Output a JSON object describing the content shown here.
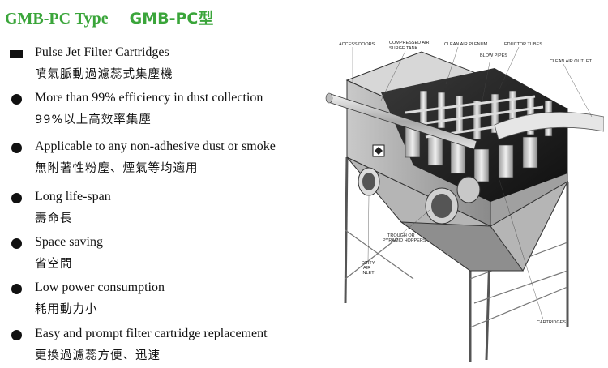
{
  "title": {
    "english": "GMB-PC Type",
    "chinese": "GMB-PC型"
  },
  "features": [
    {
      "en": "Pulse Jet Filter Cartridges",
      "zh": "噴氣脈動過濾蕊式集塵機"
    },
    {
      "en": "More than 99% efficiency in dust collection",
      "zh": "99%以上高效率集塵"
    },
    {
      "en": "Applicable to any non-adhesive dust or smoke",
      "zh": "無附著性粉塵、煙氣等均適用"
    },
    {
      "en": "Long life-span",
      "zh": "壽命長"
    },
    {
      "en": "Space saving",
      "zh": "省空間"
    },
    {
      "en": "Low power consumption",
      "zh": "耗用動力小"
    },
    {
      "en": "Easy and prompt filter cartridge replacement",
      "zh": "更換過濾蕊方便、迅速"
    }
  ],
  "diagram": {
    "labels": {
      "access_doors": "ACCESS DOORS",
      "compressed_air_1": "COMPRESSED AIR",
      "compressed_air_2": "SURGE TANK",
      "clean_air_plenum": "CLEAN AIR PLENUM",
      "eductor_tubes": "EDUCTOR TUBES",
      "blow_pipes": "BLOW PIPES",
      "clean_air_outlet": "CLEAN AIR OUTLET",
      "trough_1": "TROUGH OR",
      "trough_2": "PYRAMID HOPPERS",
      "dirty_1": "DIRTY",
      "dirty_2": "AIR",
      "dirty_3": "INLET",
      "cartridges": "CARTRIDGES"
    }
  },
  "colors": {
    "title": "#3aa53a",
    "text": "#111111"
  }
}
